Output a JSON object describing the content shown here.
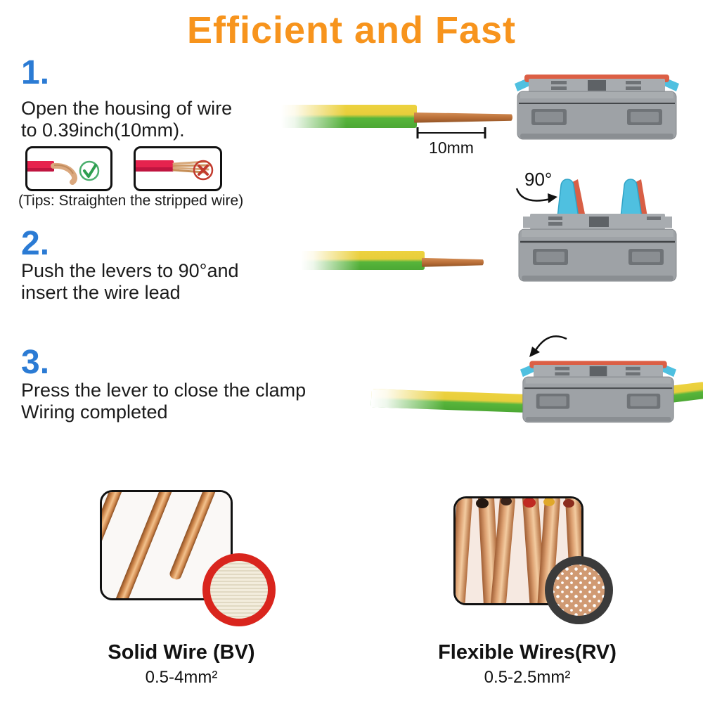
{
  "title": "Efficient and Fast",
  "steps": [
    {
      "number": "1.",
      "line1": "Open the housing of wire",
      "line2": "to 0.39inch(10mm).",
      "tip_caption": "(Tips: Straighten the stripped wire)",
      "dimension_label": "10mm"
    },
    {
      "number": "2.",
      "line1": "Push the levers to 90°and",
      "line2": "insert the wire lead",
      "angle_label": "90°"
    },
    {
      "number": "3.",
      "line1": "Press the lever to close the clamp",
      "line2": "Wiring completed"
    }
  ],
  "wire_types": [
    {
      "label": "Solid Wire (BV)",
      "size_range": "0.5-4mm²"
    },
    {
      "label": "Flexible Wires(RV)",
      "size_range": "0.5-2.5mm²"
    }
  ],
  "icons": {
    "check": "✓",
    "cross": "✕"
  },
  "colors": {
    "title_orange": "#F7941D",
    "step_number_blue": "#2B7BD4",
    "body_text": "#1C1C1C",
    "connector_gray": "#9EA2A6",
    "lever_blue": "#4FC0E0",
    "clip_orange": "#DC5F45",
    "wire_yellow": "#E8CE3C",
    "wire_green": "#57B53B",
    "copper": "#C0763F",
    "check_green": "#2E9E4F",
    "cross_red": "#C23B2E",
    "solid_ring_red": "#D9251D",
    "flexible_ring_dark": "#3B3B3B"
  }
}
